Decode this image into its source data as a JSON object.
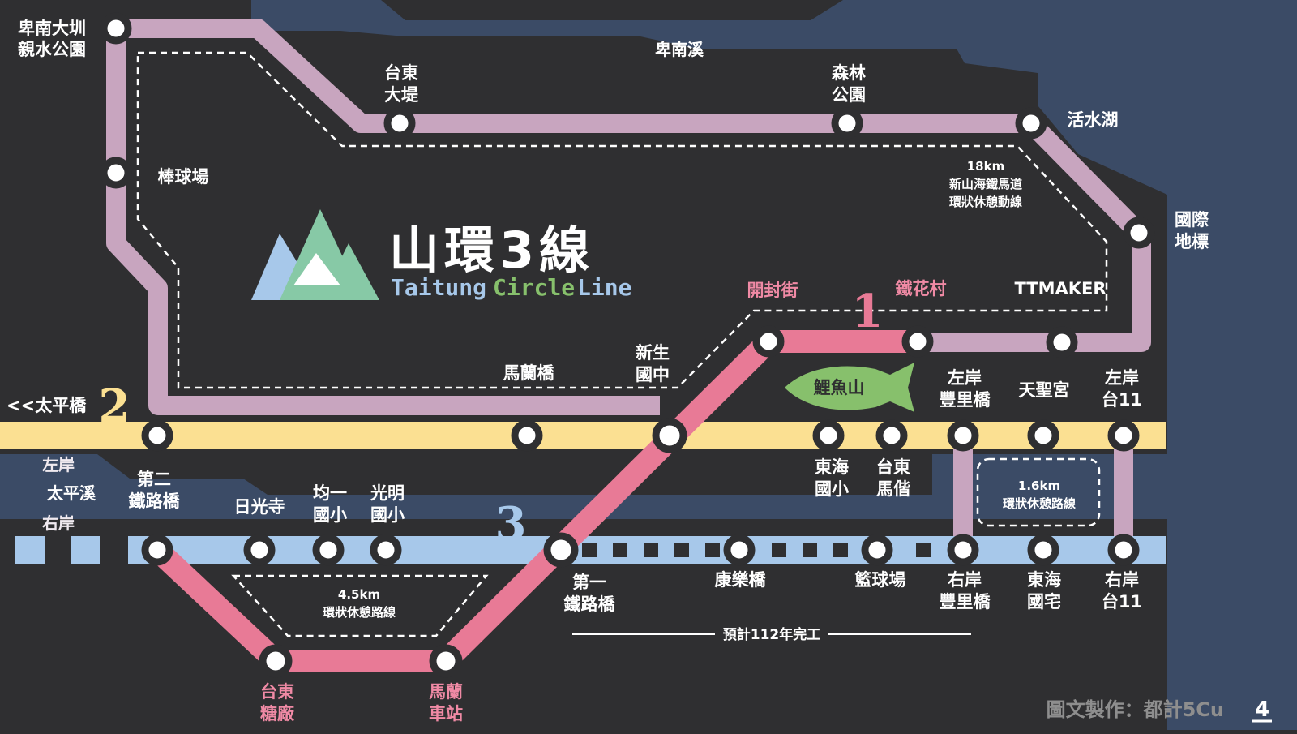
{
  "title": {
    "zh": "山環3線",
    "en_part1": "Taitung",
    "en_part2": "Circle",
    "en_part3": "Line"
  },
  "lines": {
    "line1_number": "1",
    "line2_number": "2",
    "line3_number": "3",
    "colors": {
      "line1": "#e87a96",
      "line2": "#fbe092",
      "line3": "#a7c8ea",
      "loop": "#c8a5bf"
    }
  },
  "water": {
    "river_beinan": "卑南溪",
    "bank_left": "左岸",
    "river_taiping": "太平溪",
    "bank_right": "右岸",
    "to_taiping_bridge": "<<太平橋"
  },
  "stations": {
    "beinan_park": [
      "卑南大圳",
      "親水公園"
    ],
    "baseball": "棒球場",
    "taitung_dike": [
      "台東",
      "大堤"
    ],
    "forest_park": [
      "森林",
      "公園"
    ],
    "huoshui_lake": "活水湖",
    "international_landmark": [
      "國際",
      "地標"
    ],
    "ttmaker": "TTMAKER",
    "tiehua": "鐵花村",
    "kaifeng": "開封街",
    "xinsheng": [
      "新生",
      "國中"
    ],
    "malan_bridge": "馬蘭橋",
    "second_rail_bridge": [
      "第二",
      "鐵路橋"
    ],
    "riguang_temple": "日光寺",
    "junyi": [
      "均一",
      "國小"
    ],
    "guangming": [
      "光明",
      "國小"
    ],
    "first_rail_bridge": [
      "第一",
      "鐵路橋"
    ],
    "kangle_bridge": "康樂橋",
    "basketball": "籃球場",
    "right_fengli": [
      "右岸",
      "豐里橋"
    ],
    "donghai_homes": [
      "東海",
      "國宅"
    ],
    "right_tai11": [
      "右岸",
      "台11"
    ],
    "donghai_elem": [
      "東海",
      "國小"
    ],
    "taitung_maxie": [
      "台東",
      "馬偕"
    ],
    "left_fengli": [
      "左岸",
      "豐里橋"
    ],
    "tiansheng": "天聖宮",
    "left_tai11": [
      "左岸",
      "台11"
    ],
    "sugar_factory": [
      "台東",
      "糖廠"
    ],
    "malan_station": [
      "馬蘭",
      "車站"
    ]
  },
  "landmarks": {
    "carp_mountain": "鯉魚山"
  },
  "loops": {
    "loop18": [
      "18km",
      "新山海鐵馬道",
      "環狀休憩動線"
    ],
    "loop45": [
      "4.5km",
      "環狀休憩路線"
    ],
    "loop16": [
      "1.6km",
      "環狀休憩路線"
    ]
  },
  "notes": {
    "completion": "預計112年完工"
  },
  "footer": {
    "credit": "圖文製作：都計5Cu",
    "page": "4"
  }
}
